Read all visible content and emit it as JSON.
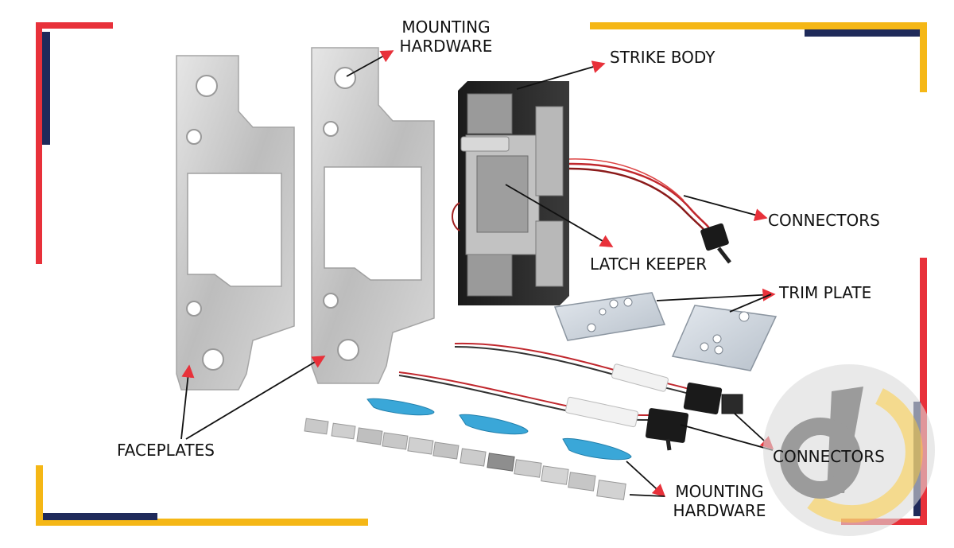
{
  "labels": {
    "mounting_hardware_top_line1": "MOUNTING",
    "mounting_hardware_top_line2": "HARDWARE",
    "strike_body": "STRIKE BODY",
    "connectors_top": "CONNECTORS",
    "latch_keeper": "LATCH KEEPER",
    "trim_plate": "TRIM PLATE",
    "faceplates": "FACEPLATES",
    "connectors_bottom": "CONNECTORS",
    "mounting_hardware_bottom_line1": "MOUNTING",
    "mounting_hardware_bottom_line2": "HARDWARE"
  },
  "colors": {
    "frame_red": "#e8313a",
    "frame_navy": "#1f2a5a",
    "frame_yellow": "#f5b716",
    "arrow_red": "#e8313a",
    "steel": "#c9c9c9",
    "tube_blue": "#3aa7d8"
  },
  "icons": [
    "brand-logo-icon"
  ]
}
